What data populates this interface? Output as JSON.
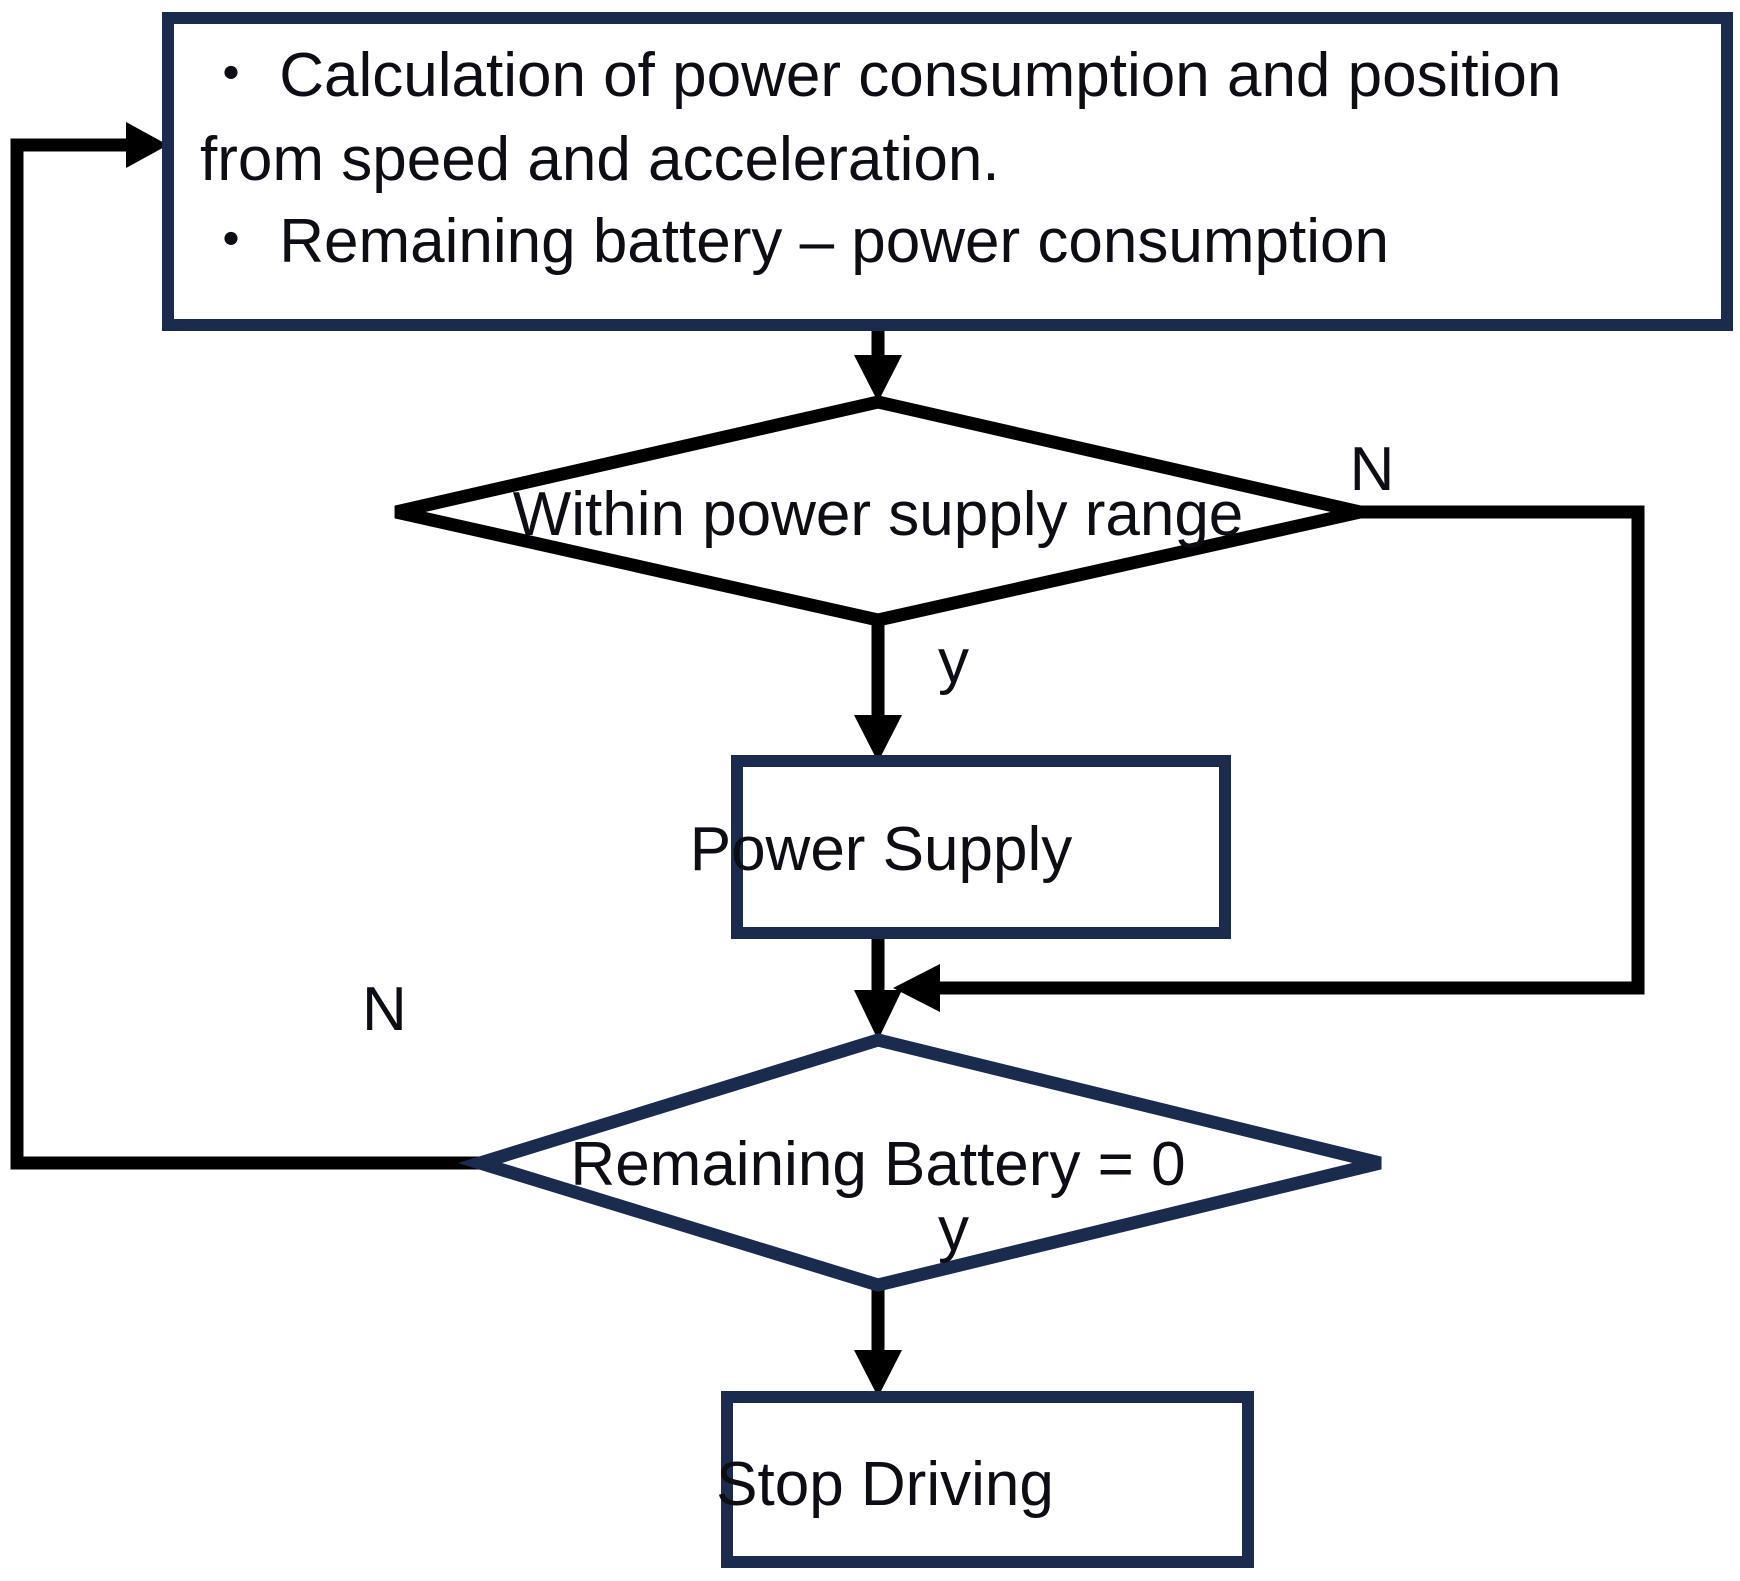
{
  "diagram": {
    "title": "EV driving power-supply and battery flowchart",
    "colors": {
      "navy": "#1b2b4d",
      "black": "#000000",
      "text": "#0d0d14",
      "background": "#ffffff"
    },
    "nodes": {
      "process_calculation": {
        "shape": "rectangle",
        "border_color": "#1b2b4d",
        "lines": [
          "・ Calculation of power consumption and position",
          "   from speed and acceleration.",
          "・ Remaining battery – power consumption"
        ]
      },
      "decision_power_range": {
        "shape": "diamond",
        "border_color": "#000000",
        "label": "Within power supply range"
      },
      "process_power_supply": {
        "shape": "rectangle",
        "border_color": "#1b2b4d",
        "label": "Power Supply"
      },
      "decision_battery_zero": {
        "shape": "diamond",
        "border_color": "#1b2b4d",
        "label": "Remaining Battery = 0"
      },
      "terminal_stop_driving": {
        "shape": "rectangle",
        "border_color": "#1b2b4d",
        "label": "Stop Driving"
      }
    },
    "branch_labels": {
      "power_range_no": "N",
      "power_range_yes": "y",
      "battery_zero_no": "N",
      "battery_zero_yes": "y"
    },
    "edges": [
      {
        "name": "calculation-to-power-range",
        "from": "process_calculation",
        "to": "decision_power_range",
        "label": "",
        "color": "#000000"
      },
      {
        "name": "power-range-yes-to-power-supply",
        "from": "decision_power_range",
        "to": "process_power_supply",
        "label": "y",
        "color": "#000000"
      },
      {
        "name": "power-range-no-bypass",
        "from": "decision_power_range",
        "to": "decision_battery_zero",
        "label": "N",
        "color": "#000000"
      },
      {
        "name": "power-supply-to-battery-check",
        "from": "process_power_supply",
        "to": "decision_battery_zero",
        "label": "",
        "color": "#000000"
      },
      {
        "name": "battery-zero-yes-to-stop",
        "from": "decision_battery_zero",
        "to": "terminal_stop_driving",
        "label": "y",
        "color": "#000000"
      },
      {
        "name": "battery-zero-no-loop-back",
        "from": "decision_battery_zero",
        "to": "process_calculation",
        "label": "N",
        "color": "#000000"
      }
    ]
  }
}
